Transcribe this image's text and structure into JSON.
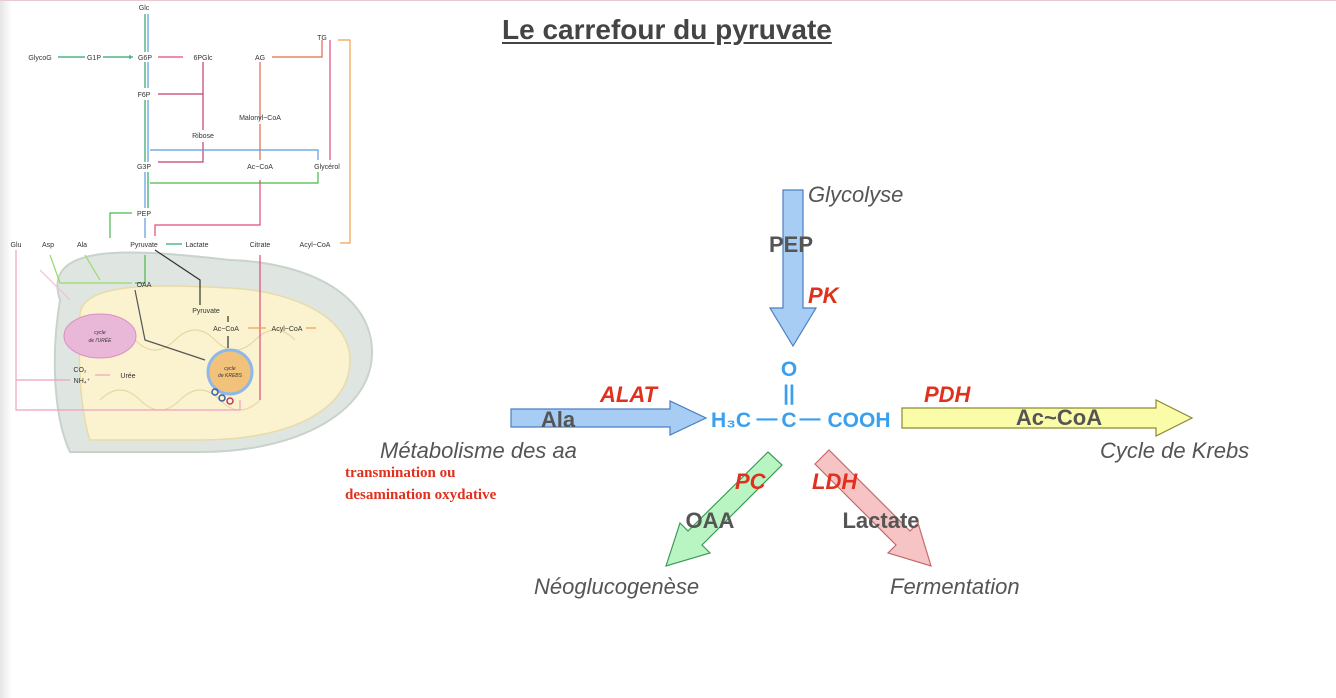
{
  "title": "Le carrefour du pyruvate",
  "molecule": {
    "oxygen": "O",
    "double_bond": "||",
    "left_group": "H₃C",
    "bond1": "—",
    "central_carbon": "C",
    "bond2": "—",
    "right_group": "COOH"
  },
  "pathways": {
    "top": {
      "source": "Glycolyse",
      "intermediate": "PEP",
      "enzyme": "PK"
    },
    "left": {
      "source": "Métabolisme des aa",
      "intermediate": "Ala",
      "enzyme": "ALAT",
      "note_line1": "transmination ou",
      "note_line2": "desamination oxydative"
    },
    "right": {
      "destination": "Cycle de Krebs",
      "product": "Ac~CoA",
      "enzyme": "PDH"
    },
    "bottom_left": {
      "destination": "Néoglucogenèse",
      "product": "OAA",
      "enzyme": "PC"
    },
    "bottom_right": {
      "destination": "Fermentation",
      "product": "Lactate",
      "enzyme": "LDH"
    }
  },
  "colors": {
    "blue_arrow": "#a7cdf4",
    "yellow_arrow": "#fbfca8",
    "green_arrow": "#b9f5c3",
    "pink_arrow": "#f6c4c4",
    "enzyme_red": "#e0301e",
    "molecule_blue": "#3aa0ee"
  },
  "mini_map": {
    "metabolites": {
      "glc": "Glc",
      "glycog": "GlycoG",
      "g1p": "G1P",
      "g6p": "G6P",
      "pgl6": "6PGlc",
      "ag": "AG",
      "tg": "TG",
      "f6p": "F6P",
      "malonyl": "Malonyl~CoA",
      "ribose": "Ribose",
      "g3p": "G3P",
      "accoa": "Ac~CoA",
      "glycerol": "Glycérol",
      "pep": "PEP",
      "glu": "Glu",
      "asp": "Asp",
      "ala": "Ala",
      "pyruvate": "Pyruvate",
      "lactate": "Lactate",
      "citrate": "Citrate",
      "acylcoa": "Acyl~CoA",
      "oaa": "OAA",
      "mito_pyruvate": "Pyruvate",
      "mito_accoa": "Ac~CoA",
      "mito_acylcoa": "Acyl~CoA",
      "co2": "CO₂",
      "nh4": "NH₄⁺",
      "uree": "Urée"
    },
    "cycle_uree_1": "cycle",
    "cycle_uree_2": "de l'URÉE",
    "cycle_krebs_1": "cycle",
    "cycle_krebs_2": "de KREBS"
  }
}
